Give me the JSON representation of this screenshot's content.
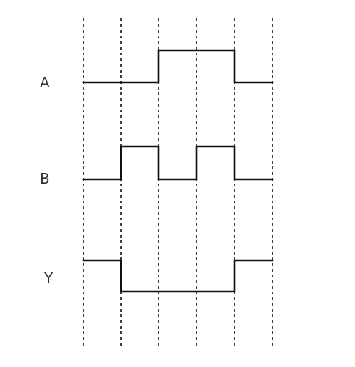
{
  "timing_diagram": {
    "grid_line_count": 6,
    "signals": [
      {
        "label": "A",
        "levels": [
          0,
          0,
          1,
          1,
          0
        ]
      },
      {
        "label": "B",
        "levels": [
          0,
          1,
          0,
          1,
          0
        ]
      },
      {
        "label": "Y",
        "levels": [
          1,
          0,
          0,
          0,
          1
        ]
      }
    ]
  }
}
